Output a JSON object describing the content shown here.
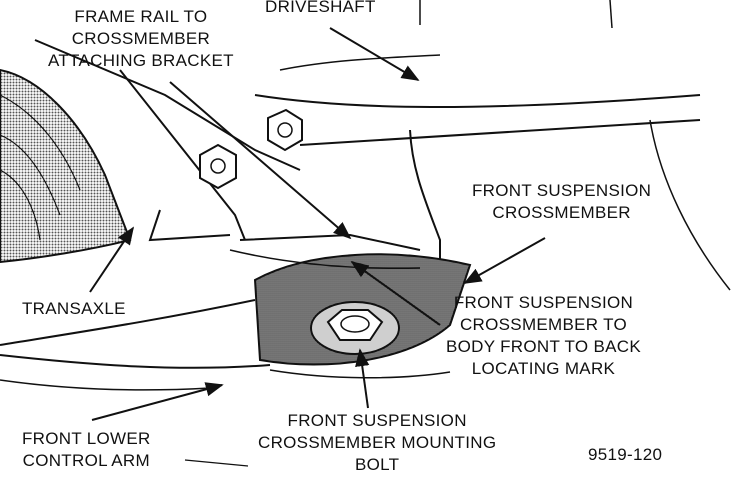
{
  "callouts": {
    "frame_rail_bracket": [
      "FRAME RAIL TO",
      "CROSSMEMBER",
      "ATTACHING BRACKET"
    ],
    "driveshaft": [
      "DRIVESHAFT"
    ],
    "front_suspension_crossmember": [
      "FRONT SUSPENSION",
      "CROSSMEMBER"
    ],
    "transaxle": [
      "TRANSAXLE"
    ],
    "locating_mark": [
      "FRONT SUSPENSION",
      "CROSSMEMBER TO",
      "BODY FRONT TO BACK",
      "LOCATING MARK"
    ],
    "front_lower_control_arm": [
      "FRONT LOWER",
      "CONTROL ARM"
    ],
    "mounting_bolt": [
      "FRONT SUSPENSION",
      "CROSSMEMBER MOUNTING",
      "BOLT"
    ]
  },
  "figure_number": "9519-120",
  "colors": {
    "ink": "#111111",
    "shade": "#7a7a7a",
    "paper": "#ffffff"
  }
}
